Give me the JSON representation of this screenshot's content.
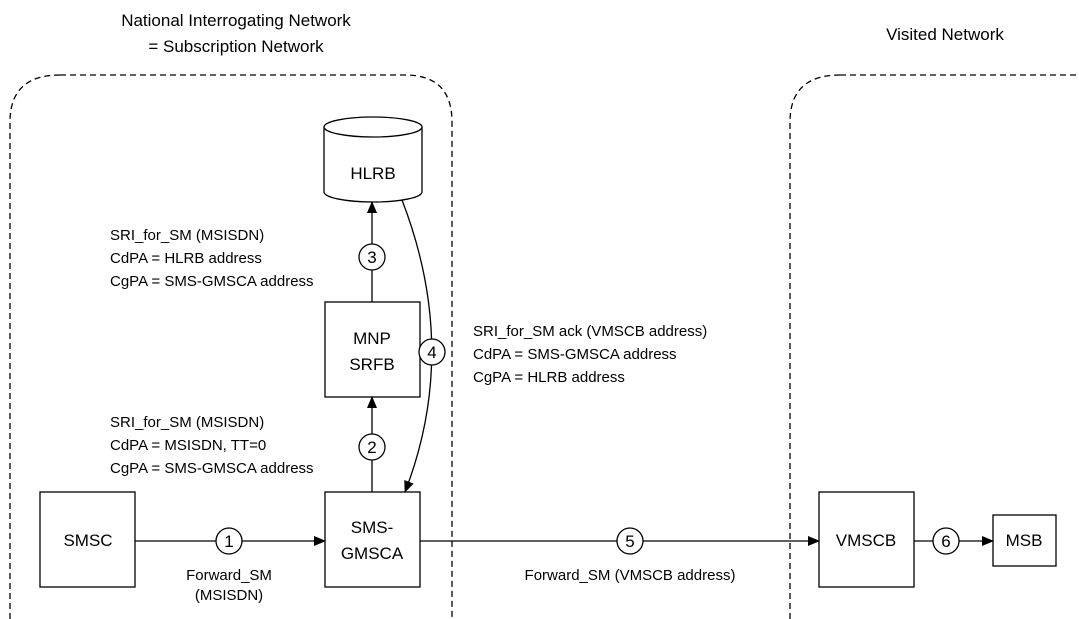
{
  "networks": {
    "home_title_line1": "National Interrogating Network",
    "home_title_line2": "= Subscription Network",
    "visited_title": "Visited Network"
  },
  "nodes": {
    "hlrb": "HLRB",
    "mnp_line1": "MNP",
    "mnp_line2": "SRFB",
    "smsc": "SMSC",
    "gmsc_line1": "SMS-",
    "gmsc_line2": "GMSCA",
    "vmscb": "VMSCB",
    "msb": "MSB"
  },
  "steps": [
    "1",
    "2",
    "3",
    "4",
    "5",
    "6"
  ],
  "messages": {
    "sri_to_hlr": [
      "SRI_for_SM (MSISDN)",
      "CdPA = HLRB address",
      "CgPA = SMS-GMSCA address"
    ],
    "sri_to_srf": [
      "SRI_for_SM (MSISDN)",
      "CdPA = MSISDN, TT=0",
      "CgPA = SMS-GMSCA address"
    ],
    "sri_ack": [
      "SRI_for_SM ack (VMSCB address)",
      "CdPA = SMS-GMSCA address",
      "CgPA = HLRB address"
    ],
    "forward_sm_1": [
      "Forward_SM",
      "(MSISDN)"
    ],
    "forward_sm_5": "Forward_SM (VMSCB address)"
  }
}
